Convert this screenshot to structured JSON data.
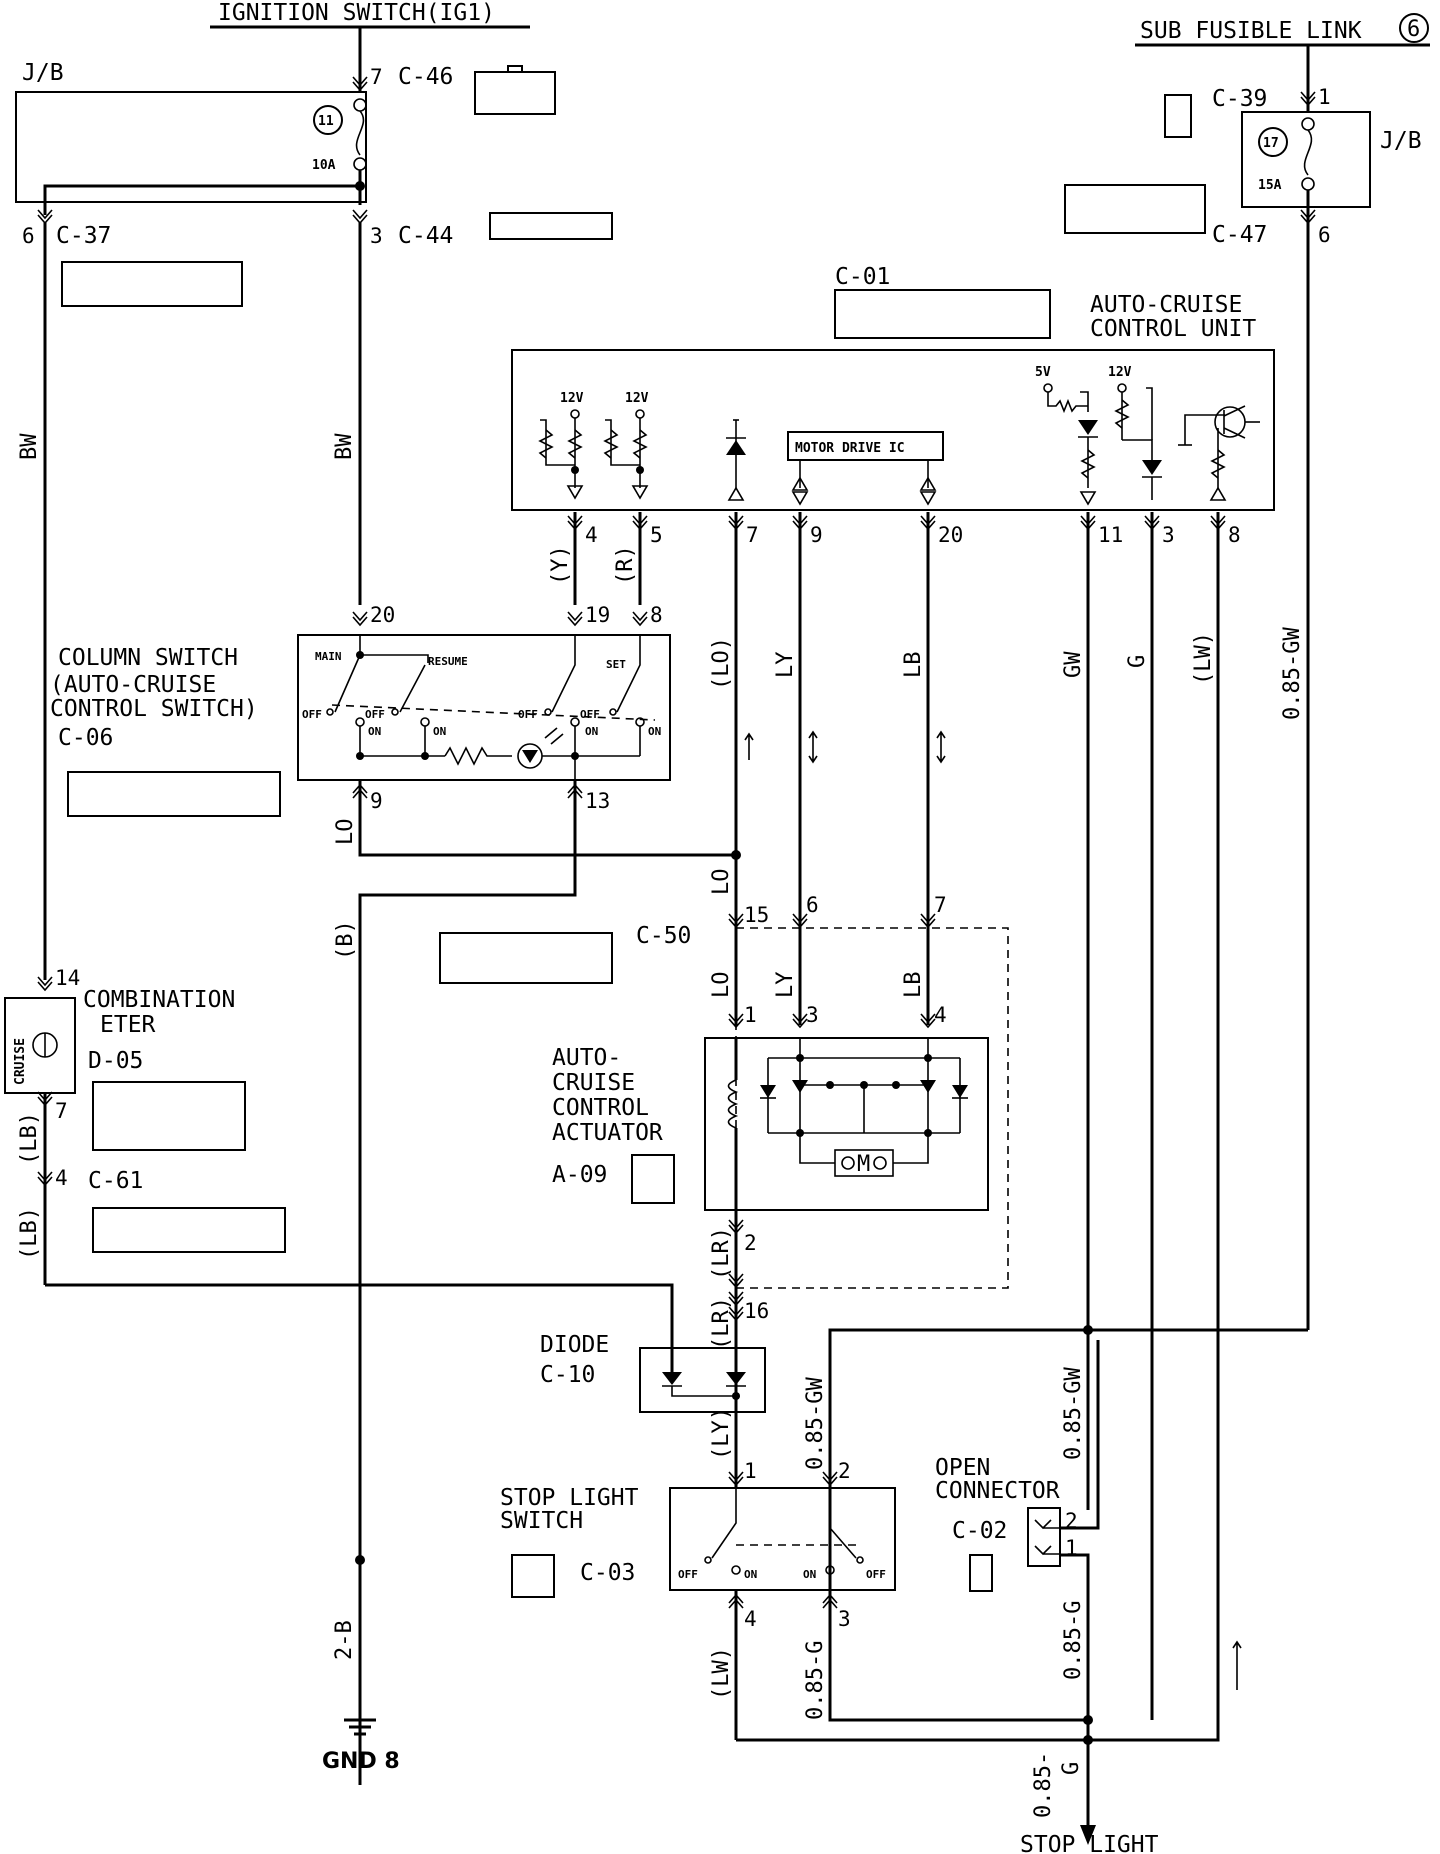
{
  "top": {
    "ignition": "IGNITION SWITCH(IG1)",
    "sub_link": "SUB FUSIBLE LINK",
    "sub_link_num": "6"
  },
  "jb_left": {
    "label": "J/B",
    "fuse_num": "11",
    "amp": "10A",
    "pin_in": "7",
    "pin_out": "3",
    "pin_left": "6"
  },
  "jb_right": {
    "label": "J/B",
    "fuse_num": "17",
    "amp": "15A",
    "pin_in": "1",
    "pin_out": "6"
  },
  "connectors": {
    "c46": "C-46",
    "c44": "C-44",
    "c37": "C-37",
    "c39": "C-39",
    "c47": "C-47",
    "c01": "C-01",
    "c06": "C-06",
    "c50": "C-50",
    "d05": "D-05",
    "c61": "C-61",
    "a09": "A-09",
    "c10": "C-10",
    "c03": "C-03",
    "c02": "C-02"
  },
  "ecu": {
    "title1": "AUTO-CRUISE",
    "title2": "CONTROL UNIT",
    "motor_ic": "MOTOR DRIVE IC",
    "v12a": "12V",
    "v12b": "12V",
    "v5": "5V",
    "v12c": "12V",
    "pins": [
      "4",
      "5",
      "7",
      "9",
      "20",
      "11",
      "3",
      "8"
    ]
  },
  "column_switch": {
    "l1": "COLUMN SWITCH",
    "l2": "(AUTO-CRUISE",
    "l3": "CONTROL SWITCH)",
    "main": "MAIN",
    "resume": "RESUME",
    "set": "SET",
    "off": "OFF",
    "on": "ON",
    "pins": [
      "20",
      "19",
      "8",
      "9",
      "13"
    ]
  },
  "meter": {
    "l1": "COMBINATION",
    "l2": "ETER",
    "cruise": "CRUISE",
    "pin_top": "14",
    "pin_bot": "7"
  },
  "actuator": {
    "l1": "AUTO-",
    "l2": "CRUISE",
    "l3": "CONTROL",
    "l4": "ACTUATOR",
    "motor": "M",
    "pins": [
      "1",
      "3",
      "4",
      "2"
    ]
  },
  "c50_pins": [
    "15",
    "6",
    "7",
    "16"
  ],
  "c61_pin": "4",
  "diode": {
    "l1": "DIODE"
  },
  "stop_switch": {
    "l1": "STOP LIGHT",
    "l2": "SWITCH",
    "pins": [
      "1",
      "2",
      "4",
      "3"
    ]
  },
  "open_conn": {
    "l1": "OPEN",
    "l2": "CONNECTOR",
    "pins": [
      "2",
      "1"
    ]
  },
  "wires": {
    "bw1": "BW",
    "bw2": "BW",
    "y": "(Y)",
    "r": "(R)",
    "lo1": "(LO)",
    "ly1": "LY",
    "lb1": "LB",
    "gw": "GW",
    "g": "G",
    "lw1": "(LW)",
    "gw085": "0.85-GW",
    "lo2": "LO",
    "lo3": "LO",
    "lo4": "LO",
    "b": "(B)",
    "ly2": "LY",
    "lb2": "LB",
    "lb3": "(LB)",
    "lb4": "(LB)",
    "lr1": "(LR)",
    "lr2": "(LR)",
    "ly3": "(LY)",
    "gw2": "0.85-GW",
    "gw3": "0.85-GW",
    "g2": "0.85-G",
    "g3": "0.85-G",
    "lw2": "(LW)",
    "b2": "2-B",
    "g4a": "0.85-",
    "g4b": "G"
  },
  "bottom": {
    "gnd": "GND 8",
    "stop_light": "STOP LIGHT"
  }
}
